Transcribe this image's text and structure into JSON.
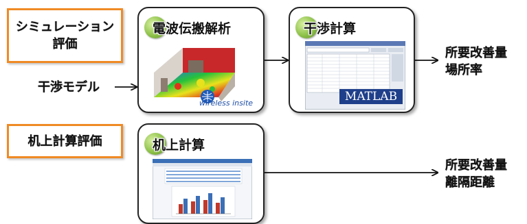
{
  "sim_eval": {
    "line1": "シミュレーション",
    "line2": "評価"
  },
  "desk_eval": {
    "label": "机上計算評価"
  },
  "interference_model": {
    "label": "干渉モデル"
  },
  "propagation": {
    "title": "電波伝搬解析",
    "logo_text": "wireless insite"
  },
  "interference_calc": {
    "title": "干渉計算",
    "logo_text": "MATLAB"
  },
  "desk_calc": {
    "title": "机上計算"
  },
  "outputs": {
    "top": {
      "line1": "所要改善量",
      "line2": "場所率"
    },
    "bottom": {
      "line1": "所要改善量",
      "line2": "離隔距離"
    }
  },
  "colors": {
    "accent_orange": "#f08a24",
    "bubble_green": "#8ec24a",
    "matlab_blue": "#1f3f8a"
  }
}
